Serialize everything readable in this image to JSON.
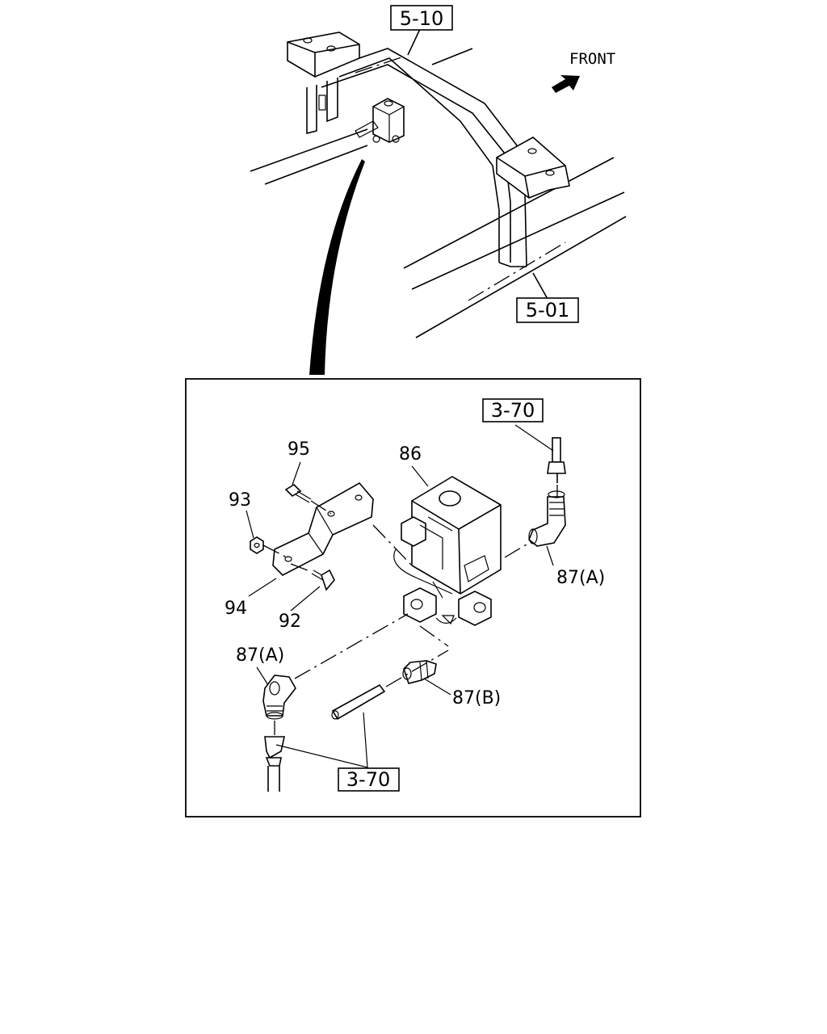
{
  "top_view": {
    "ref_frame_upper": "5-10",
    "ref_frame_lower": "5-01",
    "direction_label": "FRONT"
  },
  "detail_view": {
    "ref_pipe_top": "3-70",
    "ref_pipe_bottom": "3-70",
    "callouts": {
      "p86": "86",
      "p95": "95",
      "p93": "93",
      "p94": "94",
      "p92": "92",
      "p87a_right": "87(A)",
      "p87a_left": "87(A)",
      "p87b": "87(B)"
    }
  }
}
